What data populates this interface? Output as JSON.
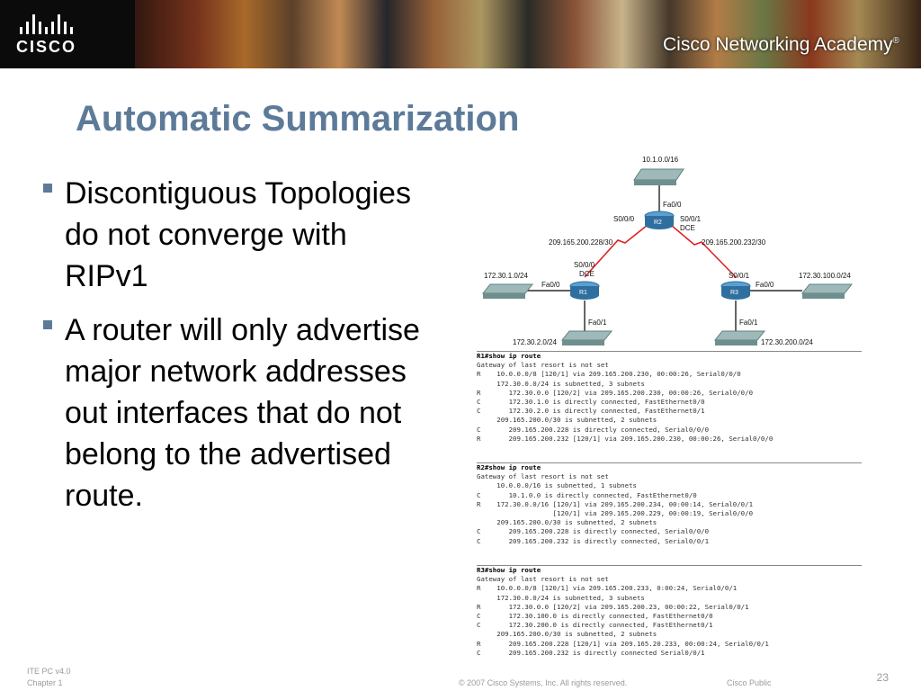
{
  "header": {
    "logo_text": "CISCO",
    "academy_label": "Cisco Networking Academy",
    "registered": "®"
  },
  "slide": {
    "title": "Automatic Summarization",
    "bullets": [
      "Discontiguous Topologies do not converge with RIPv1",
      "A router will only advertise major network addresses out interfaces that do not belong to the advertised route."
    ]
  },
  "diagram": {
    "networks": {
      "top": "10.1.0.0/16",
      "r1_lan": "172.30.1.0/24",
      "r1_bottom": "172.30.2.0/24",
      "r3_lan": "172.30.100.0/24",
      "r3_bottom": "172.30.200.0/24",
      "link_left": "209.165.200.228/30",
      "link_right": "209.165.200.232/30"
    },
    "routers": {
      "r1": "R1",
      "r2": "R2",
      "r3": "R3"
    },
    "interfaces": {
      "r2_fa00": "Fa0/0",
      "r2_s000": "S0/0/0",
      "r2_s001": "S0/0/1",
      "r2_dce": "DCE",
      "r1_s000": "S0/0/0",
      "r1_dce": "DCE",
      "r1_fa00": "Fa0/0",
      "r1_fa01": "Fa0/1",
      "r3_s001": "S0/0/1",
      "r3_fa00": "Fa0/0",
      "r3_fa01": "Fa0/1"
    }
  },
  "cli": {
    "r1": [
      "R1#show ip route",
      "Gateway of last resort is not set",
      "",
      "R    10.0.0.0/8 [120/1] via 209.165.200.230, 00:00:26, Serial0/0/0",
      "     172.30.0.0/24 is subnetted, 3 subnets",
      "R       172.30.0.0 [120/2] via 209.165.200.230, 00:00:26, Serial0/0/0",
      "C       172.30.1.0 is directly connected, FastEthernet0/0",
      "C       172.30.2.0 is directly connected, FastEthernet0/1",
      "     209.165.200.0/30 is subnetted, 2 subnets",
      "C       209.165.200.228 is directly connected, Serial0/0/0",
      "R       209.165.200.232 [120/1] via 209.165.200.230, 00:00:26, Serial0/0/0"
    ],
    "r2": [
      "R2#show ip route",
      "Gateway of last resort is not set",
      "",
      "     10.0.0.0/16 is subnetted, 1 subnets",
      "C       10.1.0.0 is directly connected, FastEthernet0/0",
      "R    172.30.0.0/16 [120/1] via 209.165.200.234, 00:00:14, Serial0/0/1",
      "                   [120/1] via 209.165.200.229, 00:00:19, Serial0/0/0",
      "     209.165.200.0/30 is subnetted, 2 subnets",
      "C       209.165.200.228 is directly connected, Serial0/0/0",
      "C       209.165.200.232 is directly connected, Serial0/0/1"
    ],
    "r3": [
      "R3#show ip route",
      "Gateway of last resort is not set",
      "",
      "R    10.0.0.0/8 [120/1] via 209.165.200.233, 0:00:24, Serial0/0/1",
      "     172.30.0.0/24 is subnetted, 3 subnets",
      "R       172.30.0.0 [120/2] via 209.165.200.23, 00:00:22, Serial0/0/1",
      "C       172.30.100.0 is directly connected, FastEthernet0/0",
      "C       172.30.200.0 is directly connected, FastEthernet0/1",
      "     209.165.200.0/30 is subnetted, 2 subnets",
      "R       209.165.200.228 [120/1] via 209.165.20.233, 00:00:24, Serial0/0/1",
      "C       209.165.200.232 is directly connected Serial0/0/1"
    ]
  },
  "footer": {
    "course": "ITE PC v4.0",
    "chapter": "Chapter 1",
    "copyright": "© 2007 Cisco Systems, Inc. All rights reserved.",
    "classification": "Cisco Public",
    "page_number": "23"
  },
  "colors": {
    "title": "#5d7b99",
    "serial_link": "#e02020",
    "ethernet_link": "#000000",
    "router": "#2f6f9f",
    "switch": "#7f9f9f"
  }
}
